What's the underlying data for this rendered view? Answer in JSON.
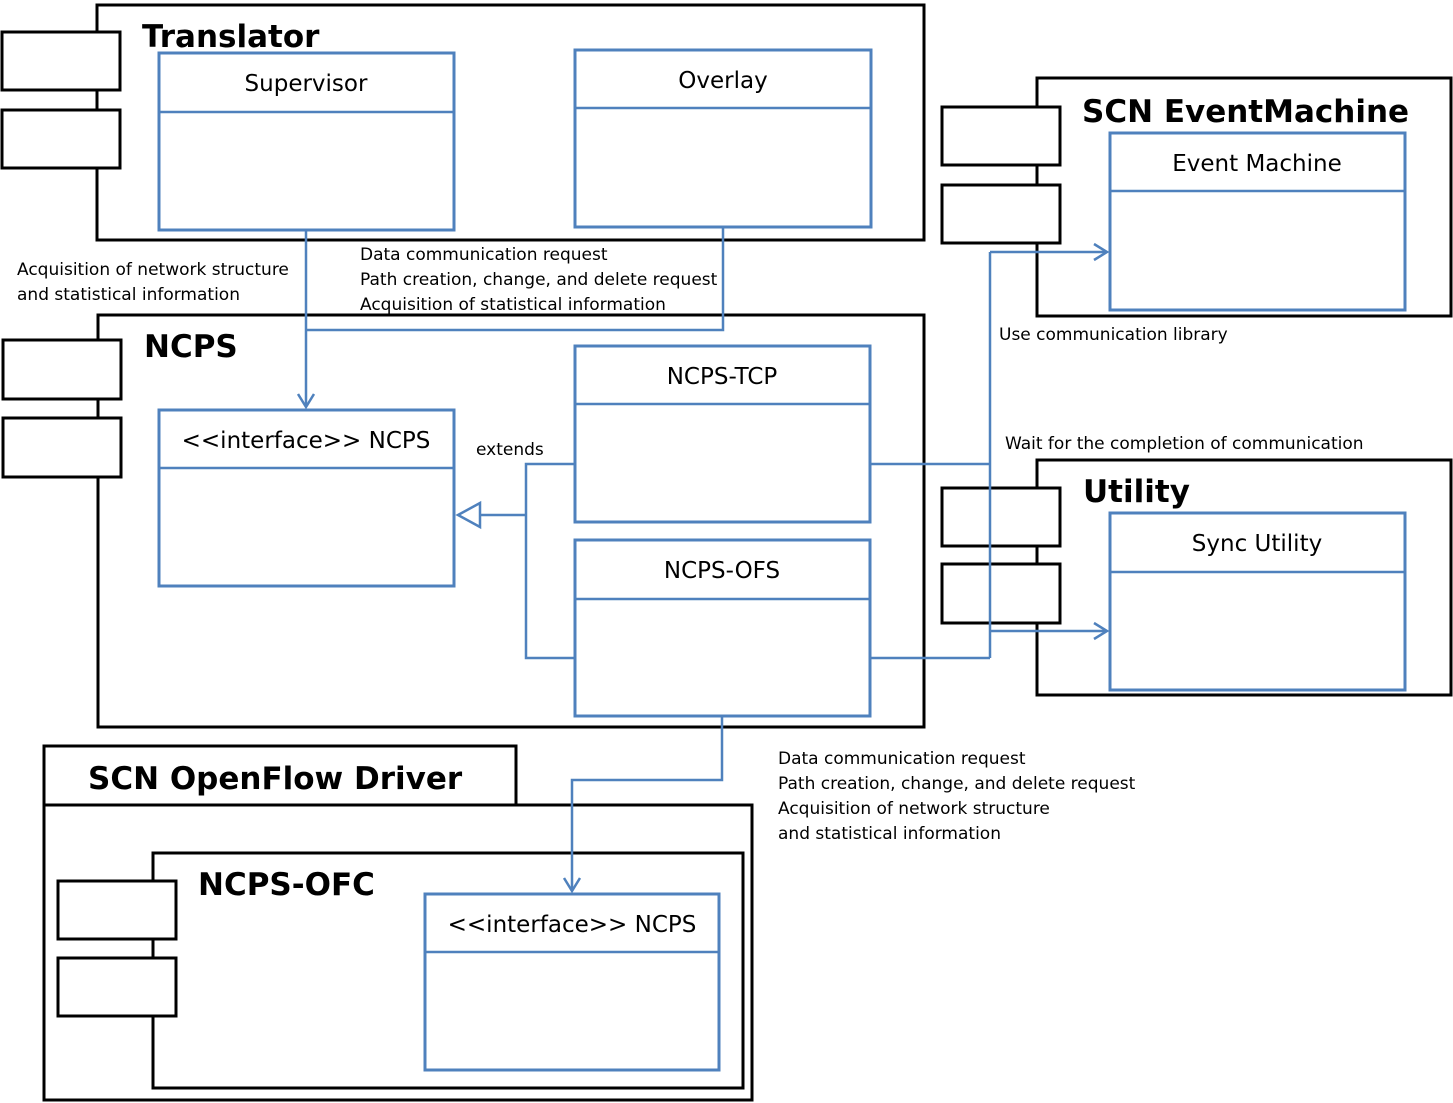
{
  "colors": {
    "connector": "#4f81bd",
    "outline": "#000000",
    "background": "#ffffff"
  },
  "components": {
    "translator": {
      "title": "Translator",
      "classes": {
        "supervisor": "Supervisor",
        "overlay": "Overlay"
      }
    },
    "ncps": {
      "title": "NCPS",
      "classes": {
        "interface": "<<interface>> NCPS",
        "tcp": "NCPS-TCP",
        "ofs": "NCPS-OFS"
      }
    },
    "event_machine": {
      "title": "SCN EventMachine",
      "classes": {
        "event_machine": "Event Machine"
      }
    },
    "utility": {
      "title": "Utility",
      "classes": {
        "sync_utility": "Sync Utility"
      }
    },
    "openflow_driver": {
      "title": "SCN OpenFlow Driver",
      "ncps_ofc": {
        "title": "NCPS-OFC",
        "classes": {
          "interface": "<<interface>> NCPS"
        }
      }
    }
  },
  "labels": {
    "acquisition": [
      "Acquisition of network structure",
      "and statistical information"
    ],
    "overlay_requests": [
      "Data communication request",
      "Path creation, change, and delete request",
      "Acquisition of statistical information"
    ],
    "extends": "extends",
    "use_library": "Use communication library",
    "wait_completion": "Wait for the completion of communication",
    "ofs_requests": [
      "Data communication request",
      "Path creation, change, and delete request",
      "Acquisition of network structure",
      "and statistical information"
    ]
  }
}
